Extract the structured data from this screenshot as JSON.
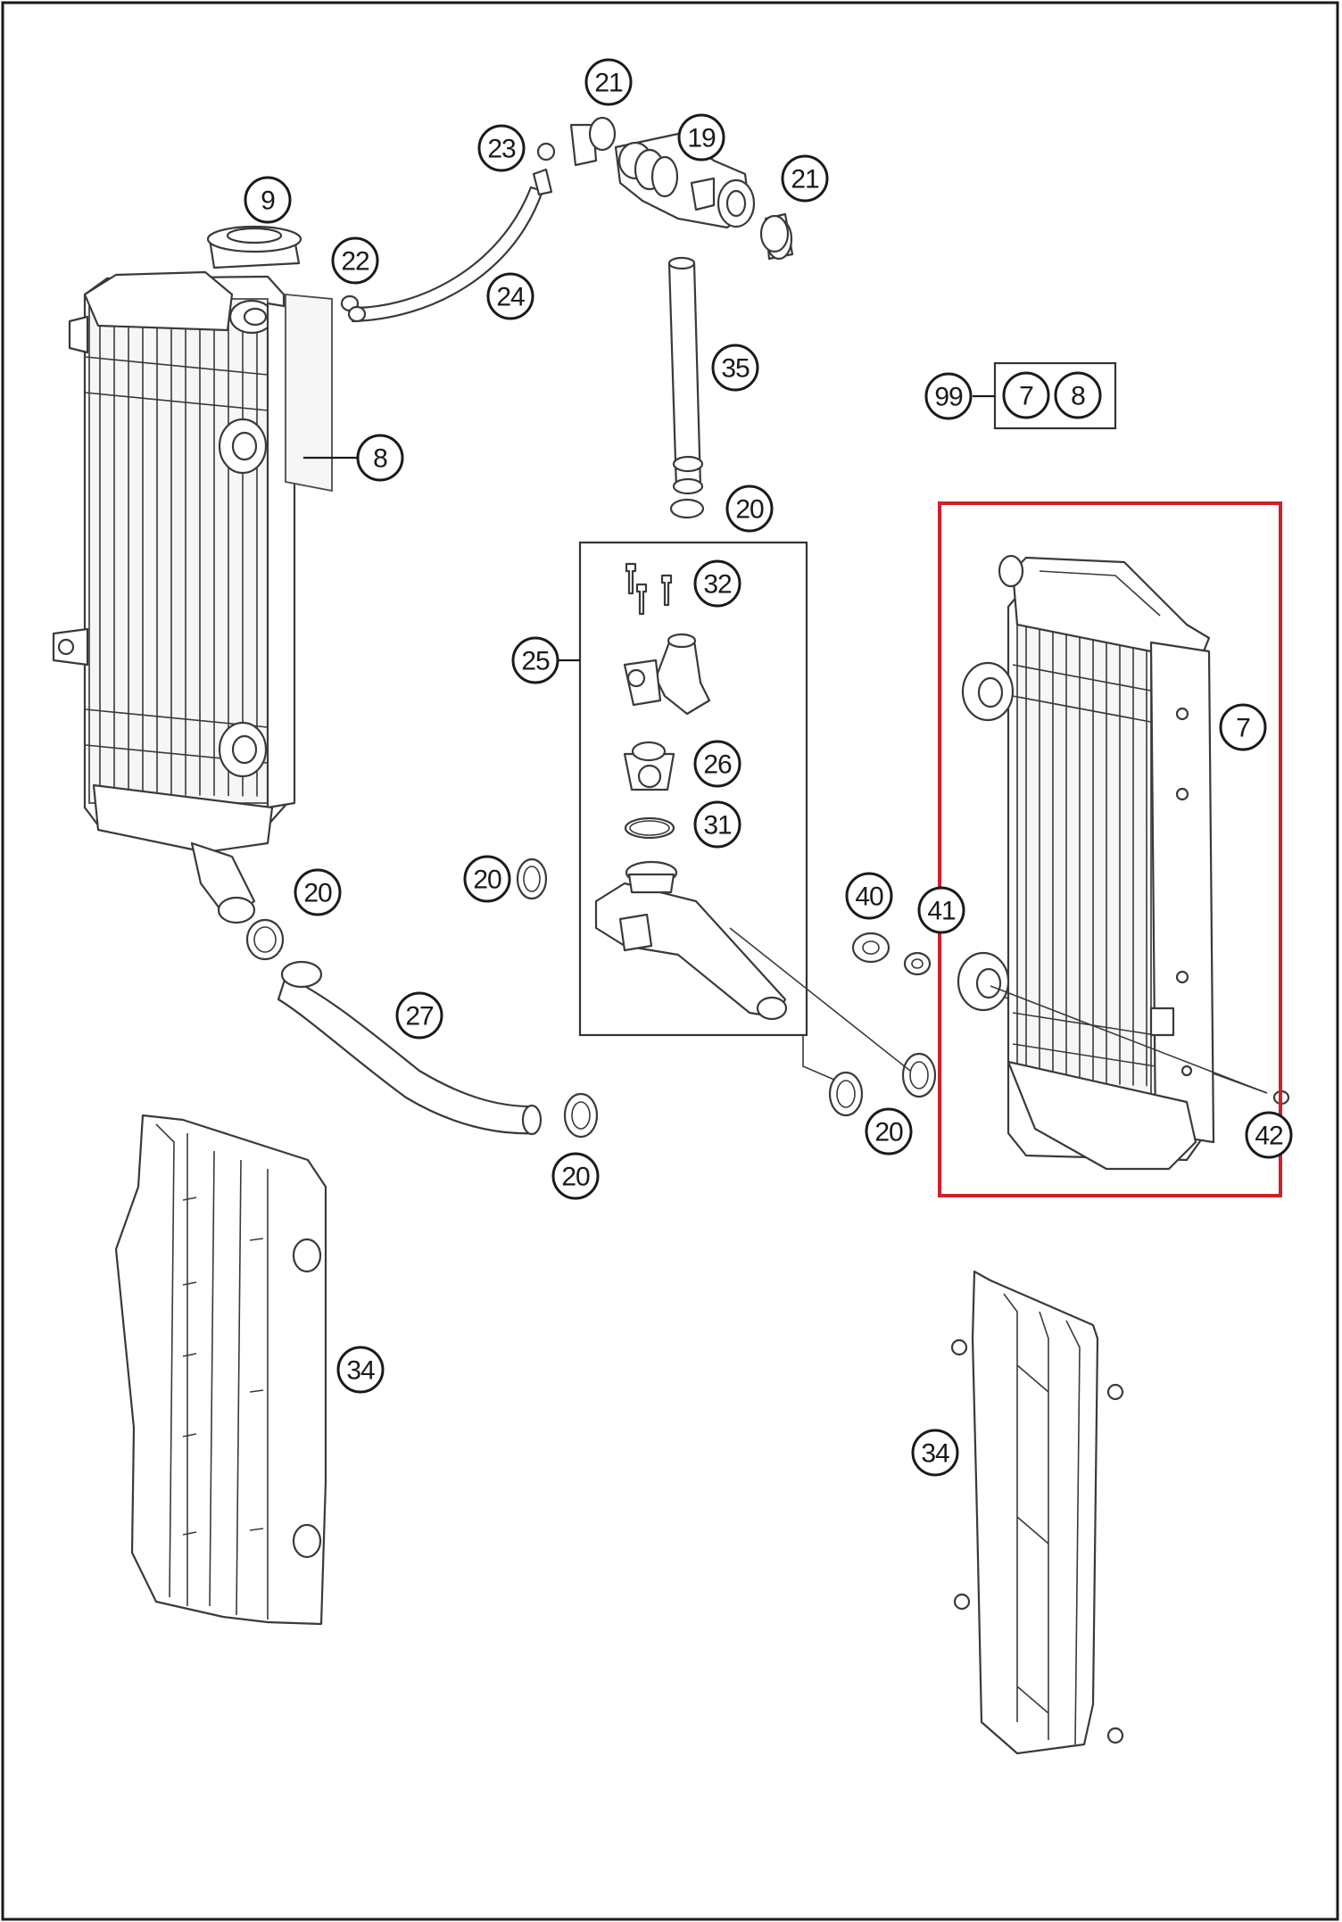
{
  "diagram": {
    "callouts": [
      {
        "id": "c21a",
        "label": "21"
      },
      {
        "id": "c23",
        "label": "23"
      },
      {
        "id": "c19",
        "label": "19"
      },
      {
        "id": "c21b",
        "label": "21"
      },
      {
        "id": "c9",
        "label": "9"
      },
      {
        "id": "c22",
        "label": "22"
      },
      {
        "id": "c24",
        "label": "24"
      },
      {
        "id": "c35",
        "label": "35"
      },
      {
        "id": "c99",
        "label": "99"
      },
      {
        "id": "c8",
        "label": "8"
      },
      {
        "id": "c20a",
        "label": "20"
      },
      {
        "id": "c32",
        "label": "32"
      },
      {
        "id": "c25",
        "label": "25"
      },
      {
        "id": "c7",
        "label": "7"
      },
      {
        "id": "c26",
        "label": "26"
      },
      {
        "id": "c31",
        "label": "31"
      },
      {
        "id": "c20b",
        "label": "20"
      },
      {
        "id": "c20c",
        "label": "20"
      },
      {
        "id": "c40",
        "label": "40"
      },
      {
        "id": "c41",
        "label": "41"
      },
      {
        "id": "c27",
        "label": "27"
      },
      {
        "id": "c20d",
        "label": "20"
      },
      {
        "id": "c42",
        "label": "42"
      },
      {
        "id": "c20e",
        "label": "20"
      },
      {
        "id": "c34a",
        "label": "34"
      },
      {
        "id": "c34b",
        "label": "34"
      }
    ],
    "kit_99_contents": [
      {
        "id": "k7",
        "label": "7"
      },
      {
        "id": "k8",
        "label": "8"
      }
    ],
    "highlight_color": "#d0202a"
  }
}
